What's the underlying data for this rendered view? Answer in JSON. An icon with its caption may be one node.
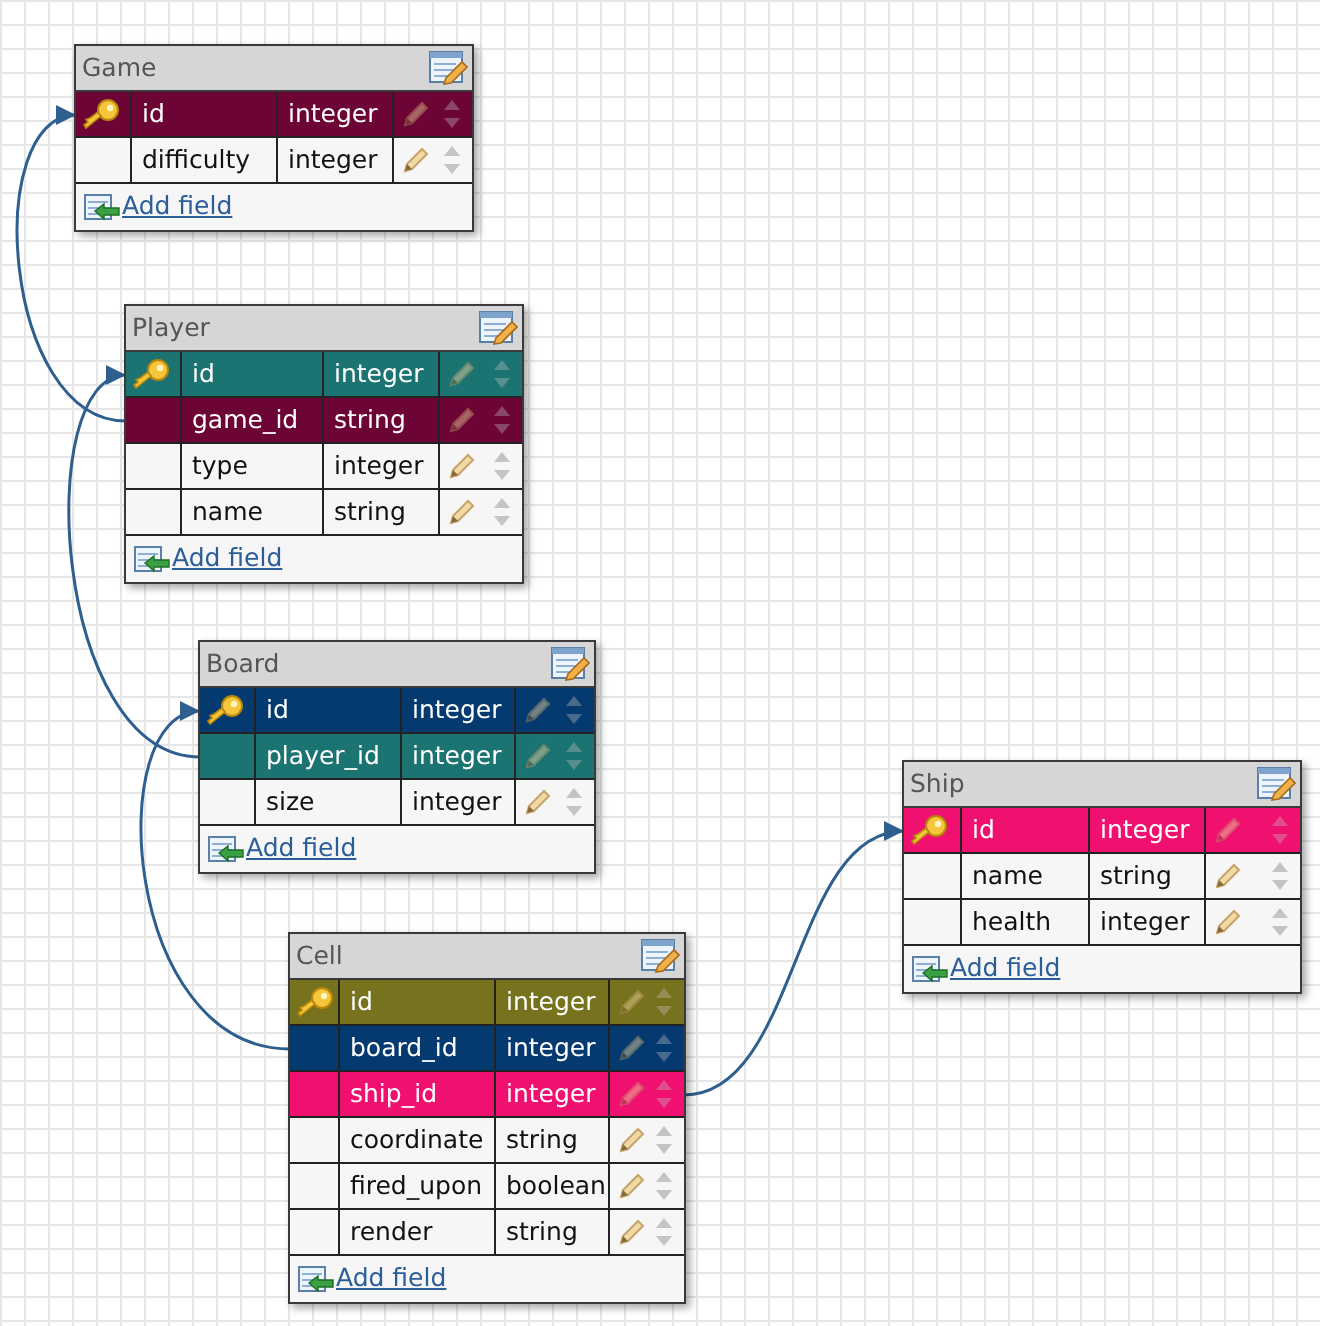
{
  "diagram": {
    "nodes": [
      {
        "text": [
          "Game",
          "Add field"
        ]
      },
      {
        "text": [
          "id",
          "integer"
        ],
        "in": 0
      },
      {
        "text": [
          "difficulty",
          "integer"
        ],
        "in": 0
      },
      {
        "text": [
          "Player",
          "Add field"
        ]
      },
      {
        "text": [
          "id",
          "integer"
        ],
        "in": 3
      },
      {
        "text": [
          "game_id",
          "string"
        ],
        "in": 3
      },
      {
        "text": [
          "type",
          "integer"
        ],
        "in": 3
      },
      {
        "text": [
          "name",
          "string"
        ],
        "in": 3
      },
      {
        "text": [
          "Board",
          "Add field"
        ]
      },
      {
        "text": [
          "id",
          "integer"
        ],
        "in": 8
      },
      {
        "text": [
          "player_id",
          "integer"
        ],
        "in": 8
      },
      {
        "text": [
          "size",
          "integer"
        ],
        "in": 8
      },
      {
        "text": [
          "Ship",
          "Add field"
        ]
      },
      {
        "text": [
          "id",
          "integer"
        ],
        "in": 12
      },
      {
        "text": [
          "name",
          "string"
        ],
        "in": 12
      },
      {
        "text": [
          "health",
          "integer"
        ],
        "in": 12
      },
      {
        "text": [
          "Cell",
          "Add field"
        ]
      },
      {
        "text": [
          "id",
          "integer"
        ],
        "in": 16
      },
      {
        "text": [
          "board_id",
          "integer"
        ],
        "in": 16
      },
      {
        "text": [
          "ship_id",
          "integer"
        ],
        "in": 16
      },
      {
        "text": [
          "coordinate",
          "string"
        ],
        "in": 16
      },
      {
        "text": [
          "fired_upon",
          "boolean"
        ],
        "in": 16
      },
      {
        "text": [
          "render",
          "string"
        ],
        "in": 16
      }
    ],
    "edges": [
      {
        "from": 5,
        "to": 1,
        "arrow": "to"
      },
      {
        "from": 10,
        "to": 4,
        "arrow": "to"
      },
      {
        "from": 18,
        "to": 9,
        "arrow": "to"
      },
      {
        "from": 19,
        "to": 13,
        "arrow": "to"
      }
    ]
  }
}
